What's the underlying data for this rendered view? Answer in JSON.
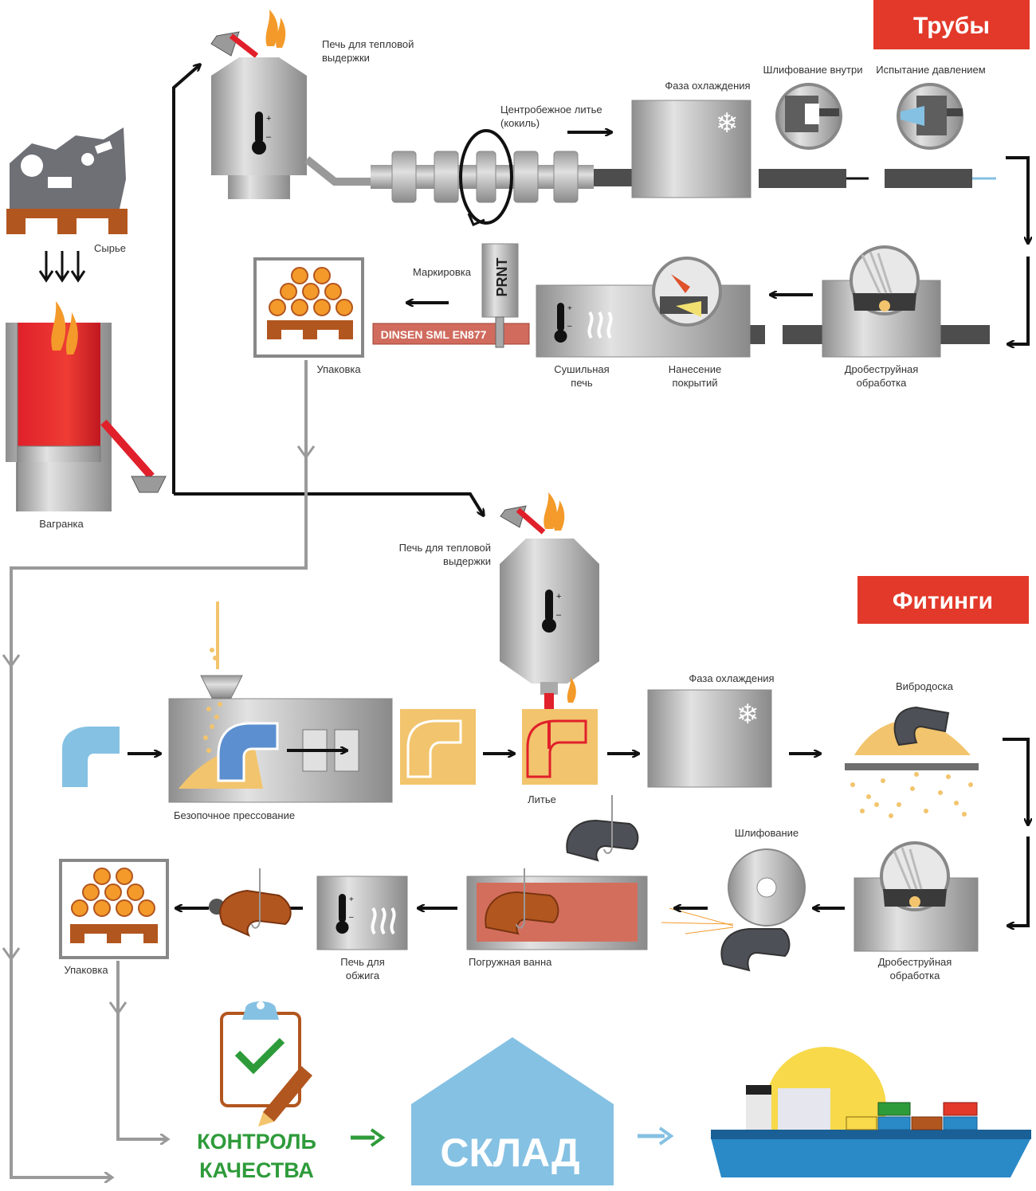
{
  "colors": {
    "red_badge": "#e2392a",
    "steel_light": "#d6d6d6",
    "steel_mid": "#a7a7a7",
    "steel_dark": "#6e6e6e",
    "pipe_dark": "#4d4d4d",
    "molten_red": "#e0202a",
    "orange": "#f39a2a",
    "sand": "#f2c46d",
    "blue": "#85c1e3",
    "brown": "#b2561f",
    "green": "#2e9b3a",
    "arrow_black": "#111111",
    "arrow_grey": "#9a9a9a"
  },
  "sections": {
    "pipes_title": "Трубы",
    "fittings_title": "Фитинги"
  },
  "shared": {
    "raw_material": "Сырье",
    "cupola": "Вагранка"
  },
  "pipes": {
    "holding_furnace": [
      "Печь для тепловой",
      "выдержки"
    ],
    "centrifugal_casting": [
      "Центробежное литье",
      "(кокиль)"
    ],
    "cooling": "Фаза охлаждения",
    "inner_grinding": "Шлифование внутри",
    "pressure_test": "Испытание давлением",
    "shot_blasting": [
      "Дробеструйная",
      "обработка"
    ],
    "coating": [
      "Нанесение",
      "покрытий"
    ],
    "drying_oven": [
      "Сушильная",
      "печь"
    ],
    "marking": "Маркировка",
    "print_head_text": "PRNT",
    "pipe_marking_text": "DINSEN SML EN877",
    "packaging": "Упаковка"
  },
  "fittings": {
    "holding_furnace": [
      "Печь для тепловой",
      "выдержки"
    ],
    "flaskless_molding": "Безопочное прессование",
    "casting": "Литье",
    "cooling": "Фаза охлаждения",
    "vibro_table": "Вибродоска",
    "grinding": "Шлифование",
    "shot_blasting": [
      "Дробеструйная",
      "обработка"
    ],
    "dip_bath": "Погружная ванна",
    "annealing_oven": [
      "Печь для",
      "обжига"
    ],
    "packaging": "Упаковка"
  },
  "final": {
    "quality_control": [
      "КОНТРОЛЬ",
      "КАЧЕСТВА"
    ],
    "warehouse": "СКЛАД"
  },
  "icons": [
    "thermometer-icon",
    "snowflake-icon",
    "flame-icon",
    "heat-waves-icon",
    "clipboard-check-icon",
    "pencil-icon",
    "cargo-ship-icon",
    "warehouse-icon",
    "pallet-icon",
    "raw-material-icon"
  ]
}
